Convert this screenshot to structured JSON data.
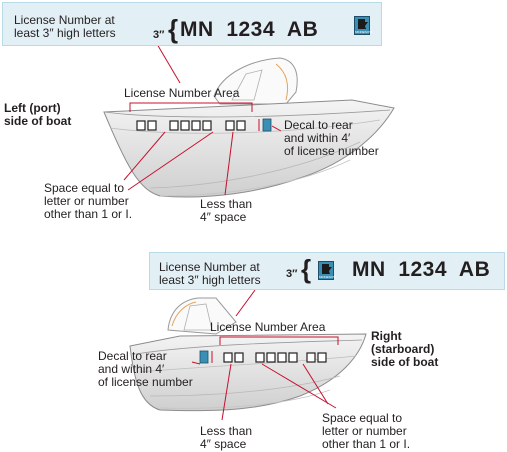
{
  "top": {
    "box_label_line1": "License Number at",
    "box_label_line2": "least 3″ high letters",
    "height_mark": "3″",
    "brace": "{",
    "plate": "MN  1234  AB",
    "decal_text": "MINNESOTA",
    "area_label": "License Number Area",
    "side_line1": "Left (port)",
    "side_line2": "side of boat",
    "decal_note_line1": "Decal to rear",
    "decal_note_line2": "and within 4′",
    "decal_note_line3": "of license number",
    "space_line1": "Space equal to",
    "space_line2": "letter or number",
    "space_line3": "other than 1 or I.",
    "less_line1": "Less than",
    "less_line2": "4″ space"
  },
  "bottom": {
    "box_label_line1": "License Number at",
    "box_label_line2": "least 3″ high letters",
    "height_mark": "3″",
    "brace": "{",
    "plate": "MN  1234  AB",
    "decal_text": "MINNESOTA",
    "area_label": "License Number Area",
    "side_line1": "Right",
    "side_line2": "(starboard)",
    "side_line3": "side of boat",
    "decal_note_line1": "Decal to rear",
    "decal_note_line2": "and within 4′",
    "decal_note_line3": "of license number",
    "space_line1": "Space equal to",
    "space_line2": "letter or number",
    "space_line3": "other than 1 or I.",
    "less_line1": "Less than",
    "less_line2": "4″ space"
  },
  "colors": {
    "box_fill": "#e2f0f6",
    "pointer_line": "#c8102e",
    "decal_blue": "#3b8fb4",
    "hull_line": "#8c8c8c"
  }
}
